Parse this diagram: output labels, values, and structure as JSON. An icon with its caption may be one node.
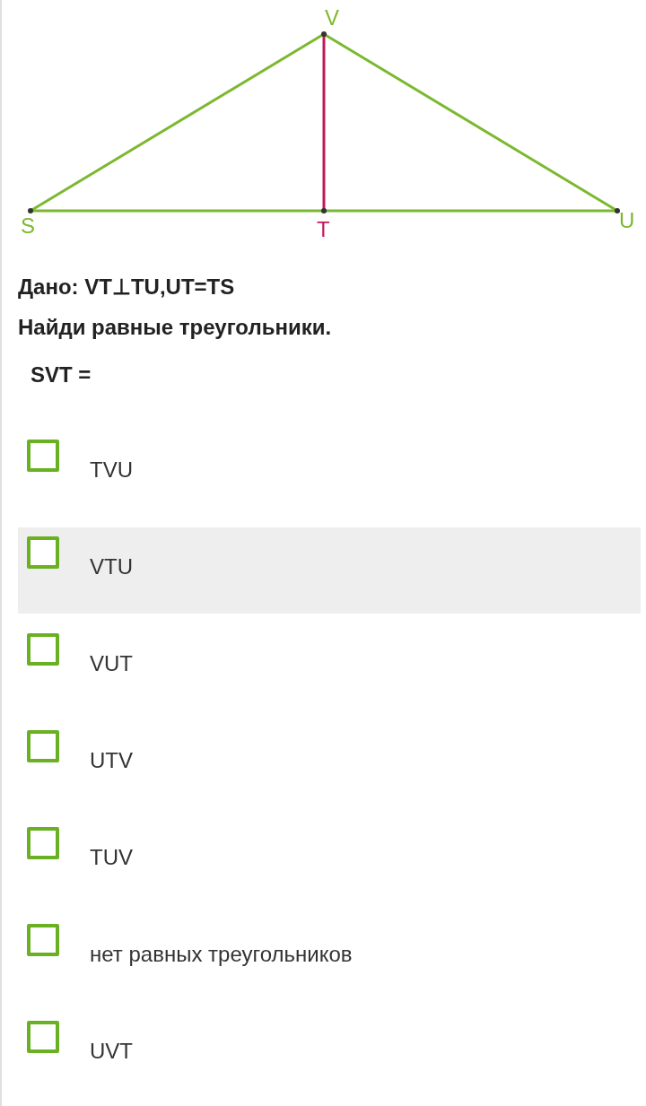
{
  "diagram": {
    "nodes": [
      {
        "text": [
          "V"
        ]
      },
      {
        "text": [
          "S"
        ]
      },
      {
        "text": [
          "T"
        ]
      },
      {
        "text": [
          "U"
        ]
      }
    ],
    "edges": [
      {
        "from": 1,
        "to": 0,
        "arrow": "none"
      },
      {
        "from": 0,
        "to": 3,
        "arrow": "none"
      },
      {
        "from": 1,
        "to": 2,
        "arrow": "none"
      },
      {
        "from": 2,
        "to": 3,
        "arrow": "none"
      },
      {
        "from": 0,
        "to": 2,
        "arrow": "none",
        "color": "#c2185b"
      }
    ],
    "labels": [
      "Дано: VT⊥TU,UT=TS",
      "Найди равные треугольники.",
      "SVT =",
      "TVU",
      "VTU",
      "VUT",
      "UTV",
      "TUV",
      "нет равных треугольников",
      "UVT"
    ]
  }
}
